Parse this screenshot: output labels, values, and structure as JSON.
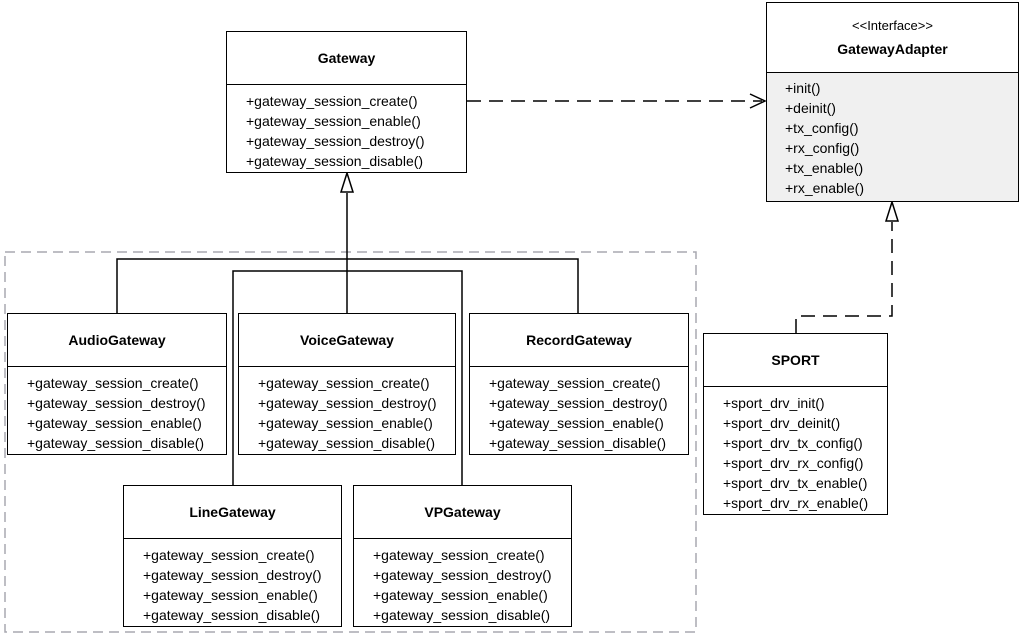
{
  "diagram": {
    "colors": {
      "line": "#000000",
      "group_border": "#a8a8b0",
      "interface_fill": "#f0f0f0"
    },
    "classes": {
      "gateway": {
        "name": "Gateway",
        "methods": [
          "+gateway_session_create()",
          "+gateway_session_enable()",
          "+gateway_session_destroy()",
          "+gateway_session_disable()"
        ]
      },
      "gateway_adapter": {
        "stereotype": "<<Interface>>",
        "name": "GatewayAdapter",
        "methods": [
          "+init()",
          "+deinit()",
          "+tx_config()",
          "+rx_config()",
          "+tx_enable()",
          "+rx_enable()"
        ]
      },
      "audio_gateway": {
        "name": "AudioGateway",
        "methods": [
          "+gateway_session_create()",
          "+gateway_session_destroy()",
          "+gateway_session_enable()",
          "+gateway_session_disable()"
        ]
      },
      "voice_gateway": {
        "name": "VoiceGateway",
        "methods": [
          "+gateway_session_create()",
          "+gateway_session_destroy()",
          "+gateway_session_enable()",
          "+gateway_session_disable()"
        ]
      },
      "record_gateway": {
        "name": "RecordGateway",
        "methods": [
          "+gateway_session_create()",
          "+gateway_session_destroy()",
          "+gateway_session_enable()",
          "+gateway_session_disable()"
        ]
      },
      "line_gateway": {
        "name": "LineGateway",
        "methods": [
          "+gateway_session_create()",
          "+gateway_session_destroy()",
          "+gateway_session_enable()",
          "+gateway_session_disable()"
        ]
      },
      "vp_gateway": {
        "name": "VPGateway",
        "methods": [
          "+gateway_session_create()",
          "+gateway_session_destroy()",
          "+gateway_session_enable()",
          "+gateway_session_disable()"
        ]
      },
      "sport": {
        "name": "SPORT",
        "methods": [
          "+sport_drv_init()",
          "+sport_drv_deinit()",
          "+sport_drv_tx_config()",
          "+sport_drv_rx_config()",
          "+sport_drv_tx_enable()",
          "+sport_drv_rx_enable()"
        ]
      }
    }
  }
}
